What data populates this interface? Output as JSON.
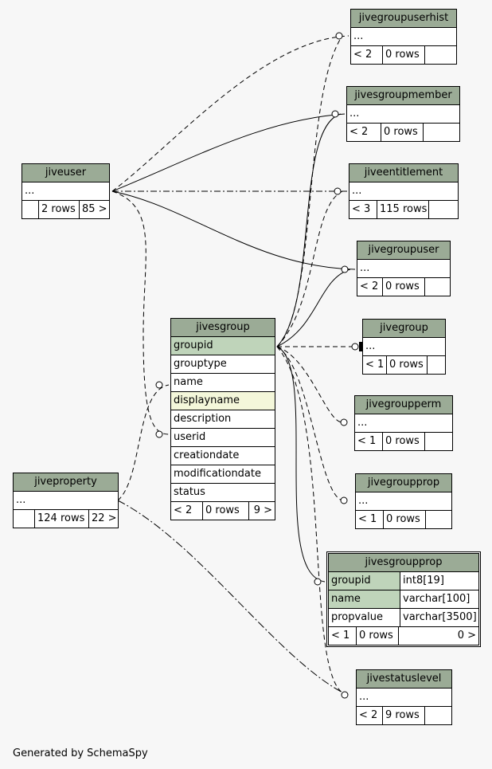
{
  "tables": {
    "jivegroupuserhist": {
      "title": "jivegroupuserhist",
      "cols": [
        "..."
      ],
      "foot": [
        "< 2",
        "0 rows",
        ""
      ]
    },
    "jivesgroupmember": {
      "title": "jivesgroupmember",
      "cols": [
        "..."
      ],
      "foot": [
        "< 2",
        "0 rows",
        ""
      ]
    },
    "jiveuser": {
      "title": "jiveuser",
      "cols": [
        "..."
      ],
      "foot": [
        "",
        "2 rows",
        "85 >"
      ]
    },
    "jiveentitlement": {
      "title": "jiveentitlement",
      "cols": [
        "..."
      ],
      "foot": [
        "< 3",
        "115 rows",
        ""
      ]
    },
    "jivegroupuser": {
      "title": "jivegroupuser",
      "cols": [
        "..."
      ],
      "foot": [
        "< 2",
        "0 rows",
        ""
      ]
    },
    "jivesgroup": {
      "title": "jivesgroup",
      "cols": [
        "groupid",
        "grouptype",
        "name",
        "displayname",
        "description",
        "userid",
        "creationdate",
        "modificationdate",
        "status"
      ],
      "foot": [
        "< 2",
        "0 rows",
        "9 >"
      ]
    },
    "jivegroup": {
      "title": "jivegroup",
      "cols": [
        "..."
      ],
      "foot": [
        "< 1",
        "0 rows",
        ""
      ]
    },
    "jivegroupperm": {
      "title": "jivegroupperm",
      "cols": [
        "..."
      ],
      "foot": [
        "< 1",
        "0 rows",
        ""
      ]
    },
    "jiveproperty": {
      "title": "jiveproperty",
      "cols": [
        "..."
      ],
      "foot": [
        "",
        "124 rows",
        "22 >"
      ]
    },
    "jivegroupprop": {
      "title": "jivegroupprop",
      "cols": [
        "..."
      ],
      "foot": [
        "< 1",
        "0 rows",
        ""
      ]
    },
    "jivesgroupprop": {
      "title": "jivesgroupprop",
      "cols": [
        {
          "name": "groupid",
          "type": "int8[19]"
        },
        {
          "name": "name",
          "type": "varchar[100]"
        },
        {
          "name": "propvalue",
          "type": "varchar[3500]"
        }
      ],
      "foot": [
        "< 1",
        "0 rows",
        "0 >"
      ]
    },
    "jivestatuslevel": {
      "title": "jivestatuslevel",
      "cols": [
        "..."
      ],
      "foot": [
        "< 2",
        "9 rows",
        ""
      ]
    }
  },
  "footer": "Generated by SchemaSpy"
}
